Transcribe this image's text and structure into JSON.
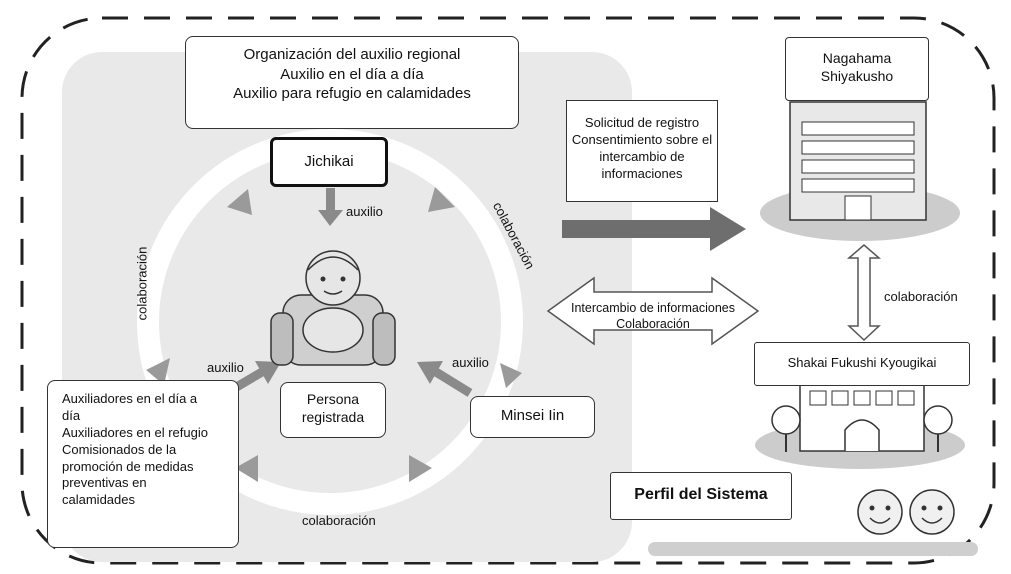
{
  "central_area": {
    "top_box": {
      "lines": [
        "Organización del auxilio regional",
        "Auxilio en el día a día",
        "Auxilio para refugio en calamidades"
      ]
    },
    "jichikai": "Jichikai",
    "persona": [
      "Persona",
      "registrada"
    ],
    "minsei": "Minsei Iin",
    "left_box": {
      "lines": [
        "Auxiliadores en el día a",
        "día",
        "Auxiliadores en el refugio",
        "Comisionados de la",
        "promoción de medidas",
        "preventivas en",
        "calamidades"
      ]
    },
    "labels": {
      "auxilio_top": "auxilio",
      "auxilio_left": "auxilio",
      "auxilio_right": "auxilio",
      "colaboracion_left": "colaboración",
      "colaboracion_right": "colaboración",
      "colaboracion_bottom": "colaboración"
    }
  },
  "right_area": {
    "registration_box": [
      "Solicitud de registro",
      "Consentimiento sobre el",
      "intercambio de",
      "informaciones"
    ],
    "exchange_arrow": [
      "Intercambio de informaciones",
      "Colaboración"
    ],
    "nagahama": [
      "Nagahama",
      "Shiyakusho"
    ],
    "shakai": "Shakai Fukushi Kyougikai",
    "colaboracion_vertical": "colaboración",
    "perfil": "Perfil del Sistema"
  },
  "icons": [
    "elderly-person-in-armchair-icon",
    "city-hall-building-icon",
    "welfare-council-building-icon",
    "smiling-people-icon"
  ],
  "colors": {
    "panel_gray": "#e9e9e9",
    "ring_gray": "#d0d0d0",
    "arrow_gray": "#8a8a8a",
    "dark_arrow": "#6e6e6e"
  }
}
